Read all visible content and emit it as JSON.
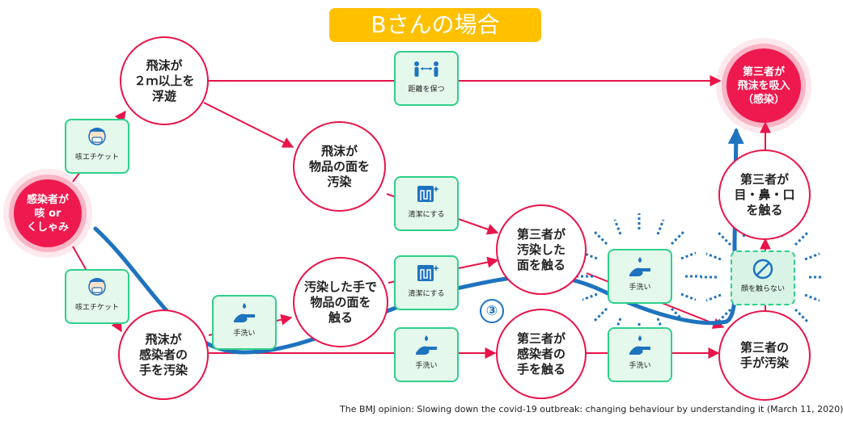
{
  "title": "Bさんの場合",
  "nodes": {
    "infected": "感染者が\n咳 or\nくしゃみ",
    "droplets_float": "飛沫が\n２ｍ以上を\n浮遊",
    "droplets_object": "飛沫が\n物品の面を\n汚染",
    "contaminated_hand_touch": "汚染した手で\n物品の面を\n触る",
    "droplets_hand": "飛沫が\n感染者の\n手を汚染",
    "third_touch_surface": "第三者が\n汚染した\n面を触る",
    "third_touch_infected_hand": "第三者が\n感染者の\n手を触る",
    "third_hand_contaminated": "第三者の\n手が汚染",
    "third_touch_face": "第三者が\n目・鼻・口\nを触る",
    "third_inhale": "第三者が\n飛沫を吸入\n（感染）"
  },
  "boxes": {
    "cough_etiquette_top": {
      "label": "咳エチケット",
      "icon": "mask-face-icon"
    },
    "cough_etiquette_bottom": {
      "label": "咳エチケット",
      "icon": "mask-face-icon"
    },
    "keep_distance": {
      "label": "距離を保つ",
      "icon": "distance-people-icon"
    },
    "clean_1": {
      "label": "清潔にする",
      "icon": "wipe-hand-icon"
    },
    "clean_2": {
      "label": "清潔にする",
      "icon": "wipe-hand-icon"
    },
    "handwash_1": {
      "label": "手洗い",
      "icon": "handwash-icon"
    },
    "handwash_2": {
      "label": "手洗い",
      "icon": "handwash-icon"
    },
    "handwash_3": {
      "label": "手洗い",
      "icon": "handwash-icon"
    },
    "handwash_4": {
      "label": "手洗い",
      "icon": "handwash-icon"
    },
    "no_face_touch": {
      "label": "顔を触らない",
      "icon": "no-touch-icon"
    }
  },
  "path_number": "③",
  "caption": "The BMJ opinion: Slowing down the covid-19 outbreak: changing behaviour by understanding it (March 11, 2020)",
  "colors": {
    "accent": "#e8144a",
    "path": "#1e73be",
    "box": "#2fd08a",
    "title_bg": "#ffc000"
  }
}
